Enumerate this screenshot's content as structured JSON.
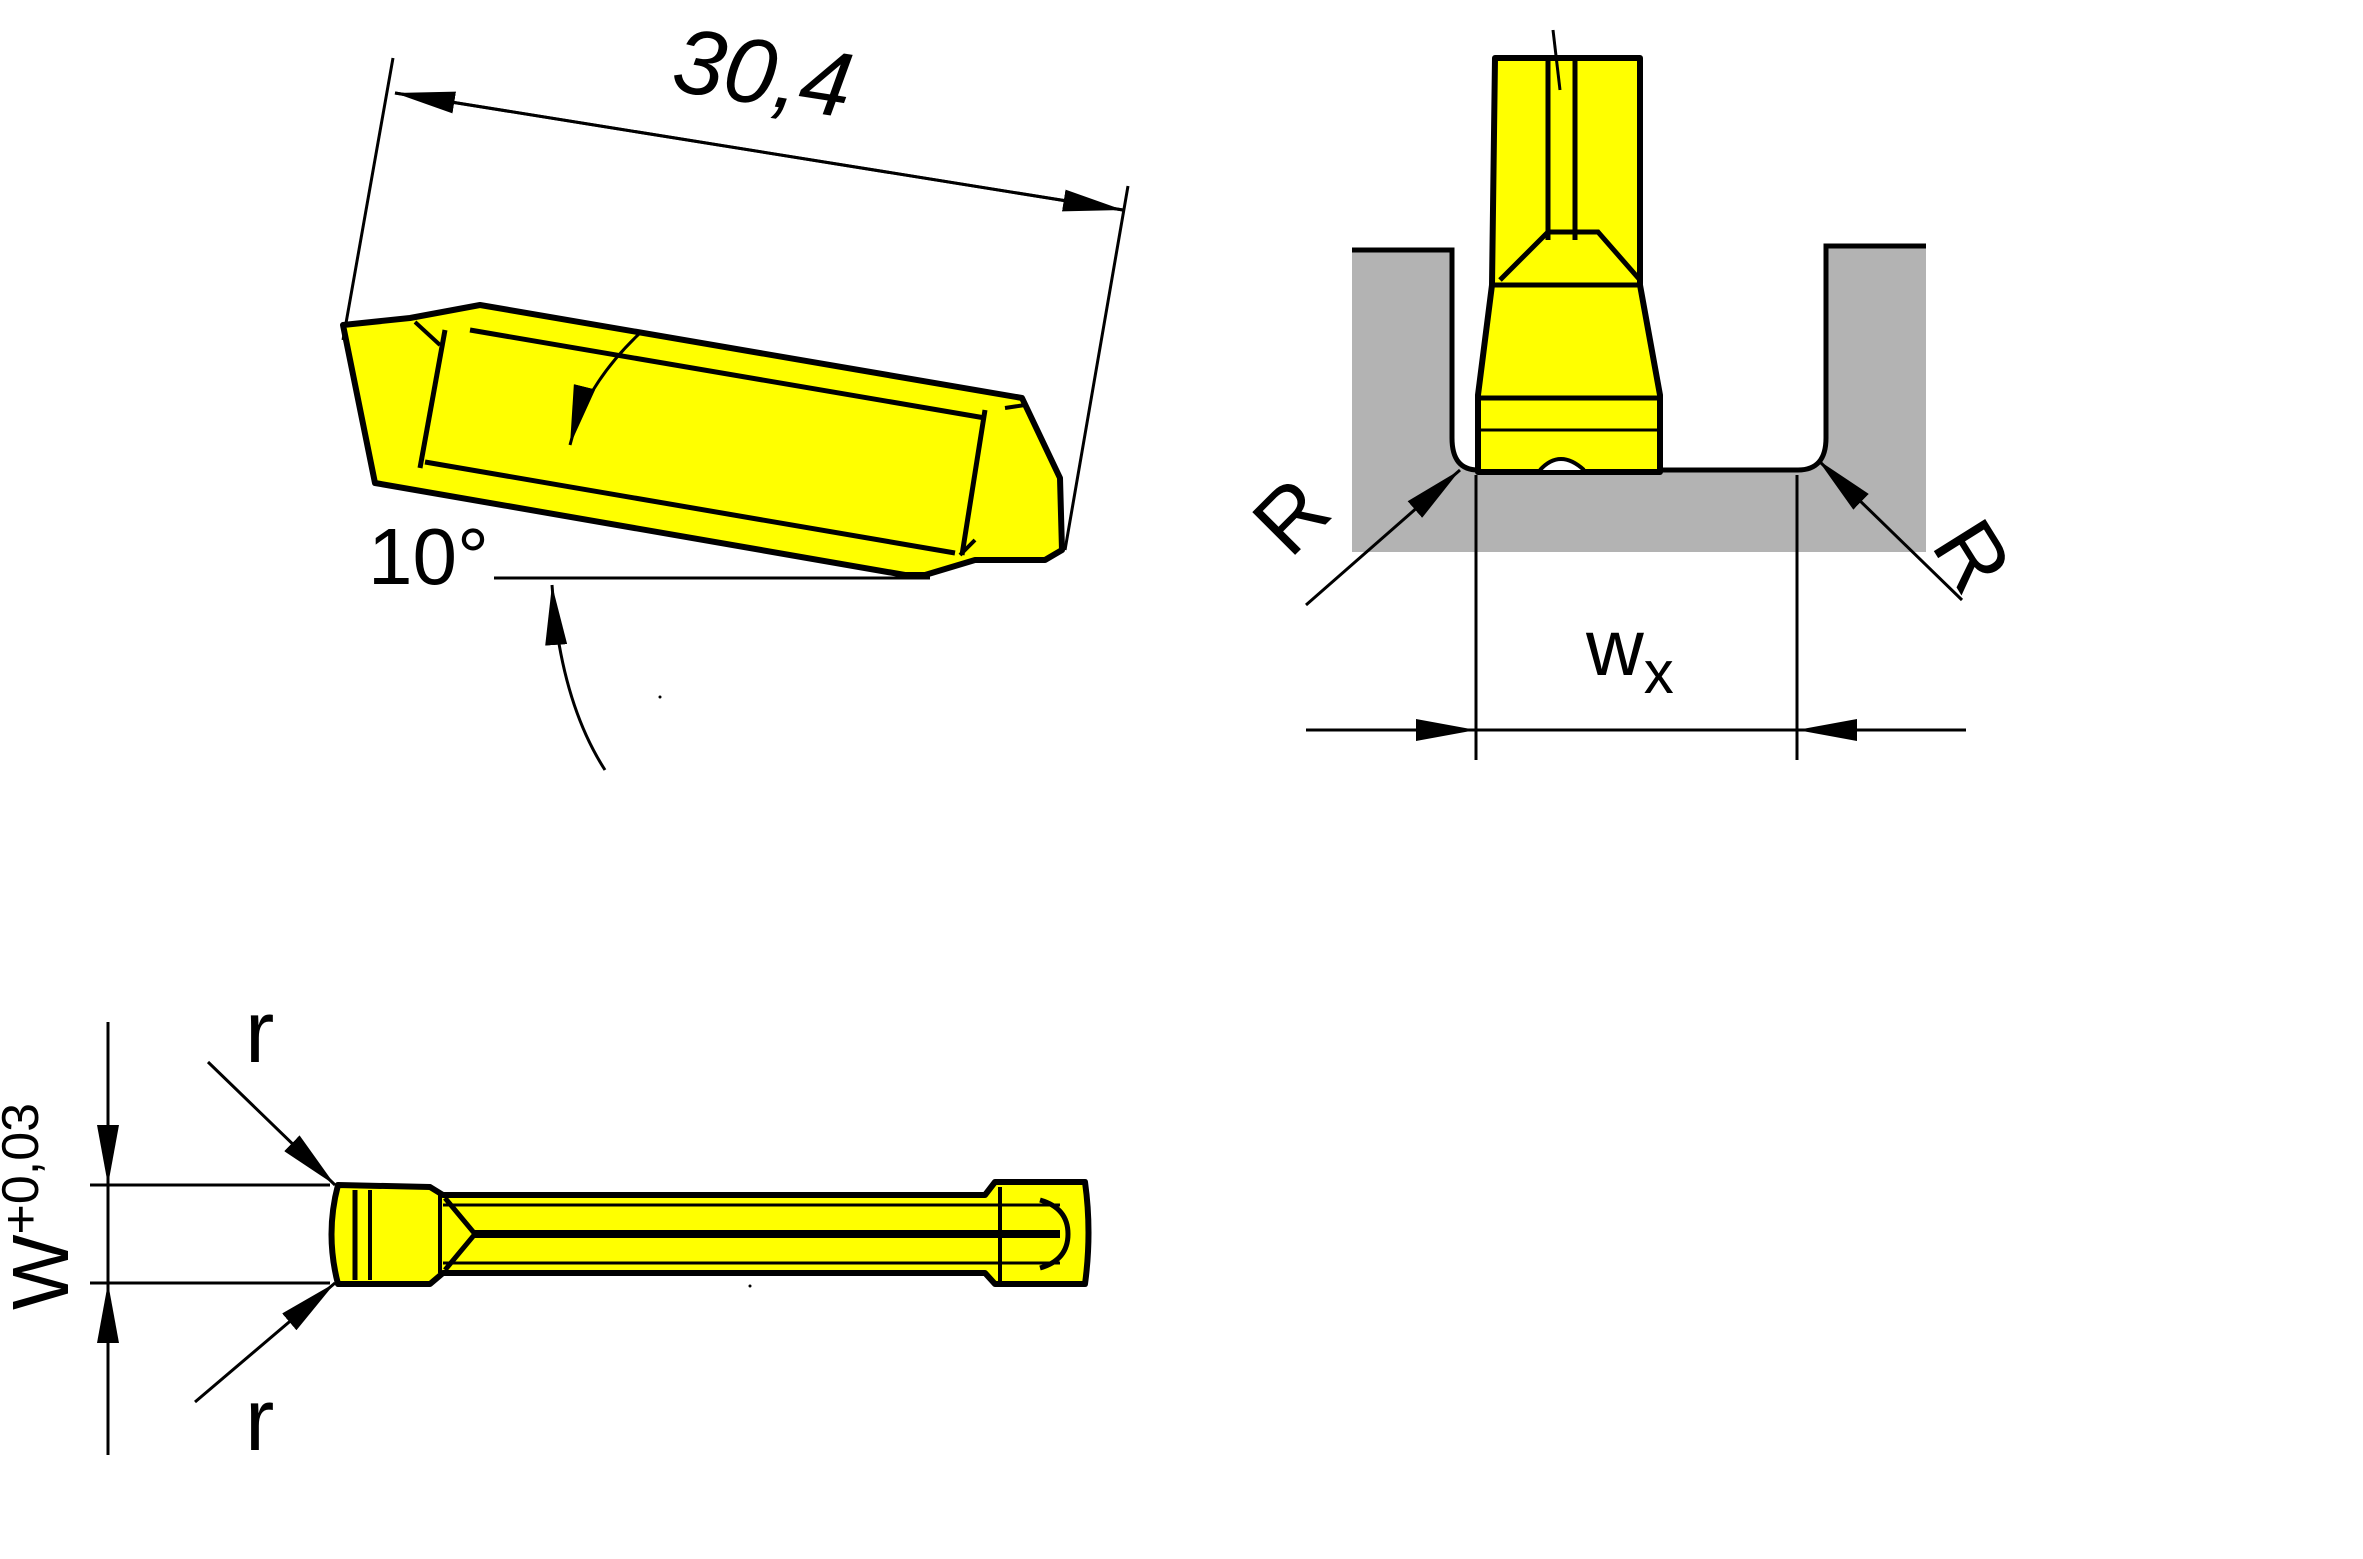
{
  "colors": {
    "insert_fill": "#ffff00",
    "workpiece_fill": "#b3b3b3",
    "outline": "#000000",
    "background": "#ffffff"
  },
  "side_view": {
    "length_label": "30,4",
    "angle_label": "10°"
  },
  "groove_view": {
    "radius_left_label": "R",
    "radius_right_label": "R",
    "width_label_main": "w",
    "width_label_sub": "x"
  },
  "top_view": {
    "width_label_main": "W",
    "width_label_tol": "+0,03",
    "corner_radius_top_label": "r",
    "corner_radius_bottom_label": "r"
  }
}
